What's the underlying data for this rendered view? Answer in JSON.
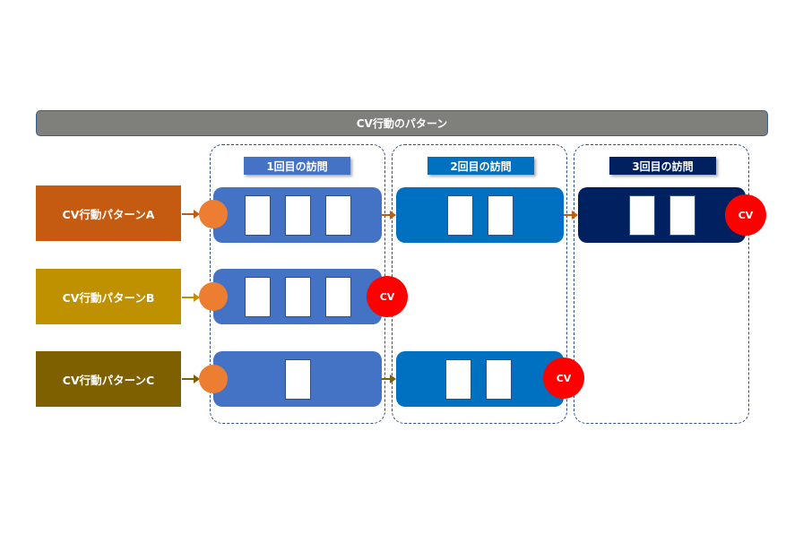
{
  "title": "CV行動のパターン",
  "columns": [
    {
      "label": "1回目の訪問",
      "color": "#4472c4"
    },
    {
      "label": "2回目の訪問",
      "color": "#0070c0"
    },
    {
      "label": "3回目の訪問",
      "color": "#002060"
    }
  ],
  "patterns": [
    {
      "label": "CV行動パターンA",
      "color": "#c55a11",
      "visits": [
        3,
        2,
        2
      ],
      "cv_at_visit": 3
    },
    {
      "label": "CV行動パターンB",
      "color": "#bf9000",
      "visits": [
        3
      ],
      "cv_at_visit": 1
    },
    {
      "label": "CV行動パターンC",
      "color": "#7f6000",
      "visits": [
        1,
        2
      ],
      "cv_at_visit": 2
    }
  ],
  "cv_label": "CV",
  "colors": {
    "start_dot": "#ed7d31",
    "cv_badge": "#ff0000",
    "title_bg": "#7f7f7b"
  }
}
